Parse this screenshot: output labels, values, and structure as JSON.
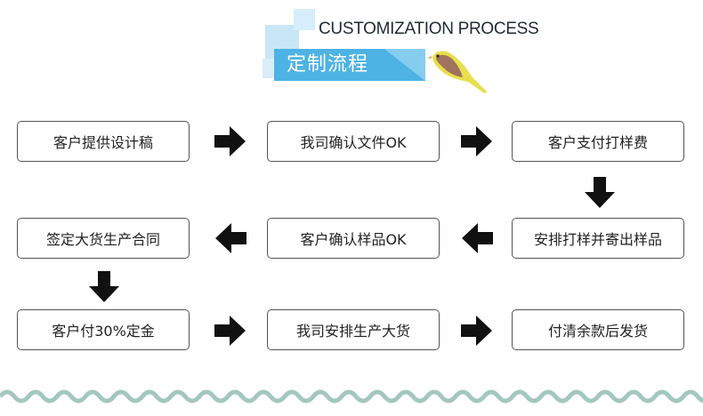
{
  "header": {
    "en_title": "CUSTOMIZATION PROCESS",
    "cn_title": "定制流程"
  },
  "steps": [
    {
      "label": "客户提供设计稿"
    },
    {
      "label": "我司确认文件OK"
    },
    {
      "label": "客户支付打样费"
    },
    {
      "label": "安排打样并寄出样品"
    },
    {
      "label": "客户确认样品OK"
    },
    {
      "label": "签定大货生产合同"
    },
    {
      "label": "客户付30%定金"
    },
    {
      "label": "我司安排生产大货"
    },
    {
      "label": "付清余款后发货"
    }
  ],
  "colors": {
    "banner": "#4db3e4",
    "banner_light": "#85cdef",
    "arrow": "#111111",
    "wave": "#a3c7be",
    "bird_body": "#a0735f",
    "bird_wing": "#e8df4c"
  },
  "icons": {
    "arrow": "bold-arrow-icon",
    "bird": "bird-icon"
  }
}
